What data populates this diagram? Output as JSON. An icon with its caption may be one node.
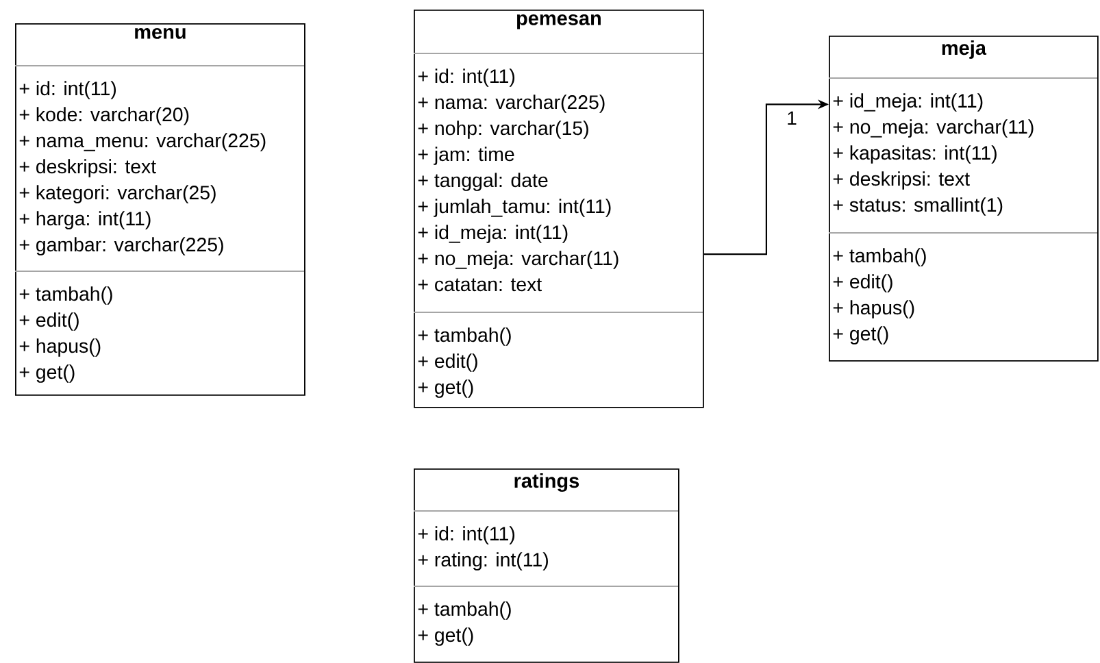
{
  "diagram": {
    "nodes": [
      {
        "text": [
          "menu"
        ]
      },
      {
        "text": [
          "+ id: int(11)",
          "+ kode: varchar(20)",
          "+ nama_menu: varchar(225)",
          "+ deskripsi: text",
          "+ kategori: varchar(25)",
          "+ harga: int(11)",
          "+ gambar: varchar(225)"
        ],
        "in": 0
      },
      {
        "text": [
          "+ tambah()",
          "+ edit()",
          "+ hapus()",
          "+ get()"
        ],
        "in": 0
      },
      {
        "text": [
          "pemesan"
        ]
      },
      {
        "text": [
          "+ id: int(11)",
          "+ nama: varchar(225)",
          "+ nohp: varchar(15)",
          "+ jam: time",
          "+ tanggal: date",
          "+ jumlah_tamu: int(11)",
          "+ id_meja: int(11)",
          "+ no_meja: varchar(11)",
          "+ catatan: text"
        ],
        "in": 3
      },
      {
        "text": [
          "+ tambah()",
          "+ edit()",
          "+ get()"
        ],
        "in": 3
      },
      {
        "text": [
          "meja"
        ]
      },
      {
        "text": [
          "+ id_meja: int(11)",
          "+ no_meja: varchar(11)",
          "+ kapasitas:  int(11)",
          "+ deskripsi: text",
          "+ status: smallint(1)"
        ],
        "in": 6
      },
      {
        "text": [
          "+ tambah()",
          "+ edit()",
          "+ hapus()",
          "+ get()"
        ],
        "in": 6
      },
      {
        "text": [
          "ratings"
        ]
      },
      {
        "text": [
          "+ id: int(11)",
          "+ rating: int(11)"
        ],
        "in": 9
      },
      {
        "text": [
          "+ tambah()",
          "+ get()"
        ],
        "in": 9
      }
    ],
    "edges": [
      {
        "from": 3,
        "to": 6,
        "arrow": "to",
        "label": "1"
      }
    ]
  }
}
